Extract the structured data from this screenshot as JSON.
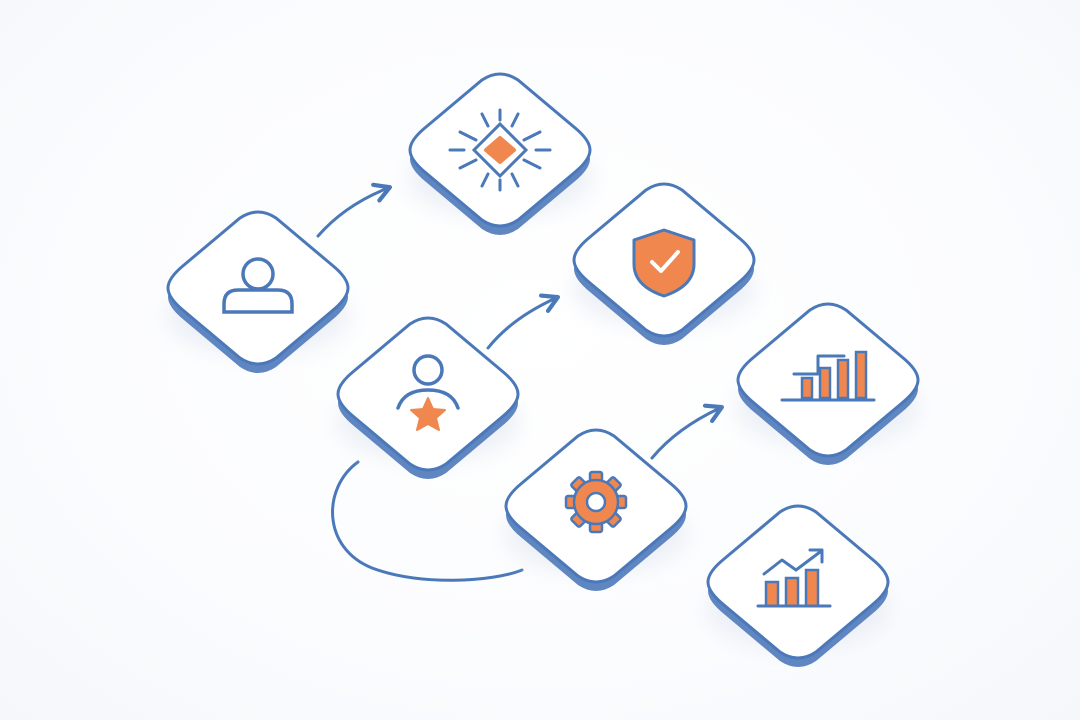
{
  "diagram": {
    "colors": {
      "stroke": "#4a78b8",
      "accent": "#f0874f",
      "node_fill": "#ffffff",
      "node_side": "#5f86c0",
      "shadow": "#e6ebf3"
    },
    "nodes": [
      {
        "id": "user",
        "icon": "user-icon"
      },
      {
        "id": "chip",
        "icon": "chip-icon"
      },
      {
        "id": "shield",
        "icon": "shield-check-icon"
      },
      {
        "id": "user-star",
        "icon": "user-star-icon"
      },
      {
        "id": "bar-chart",
        "icon": "bar-chart-icon"
      },
      {
        "id": "gear",
        "icon": "gear-icon"
      },
      {
        "id": "growth-chart",
        "icon": "growth-chart-icon"
      }
    ],
    "connectors": [
      {
        "from": "user",
        "to": "chip"
      },
      {
        "from": "user-star",
        "to": "shield"
      },
      {
        "from": "gear",
        "to": "bar-chart"
      },
      {
        "from": "user-star",
        "to": "gear"
      }
    ]
  }
}
